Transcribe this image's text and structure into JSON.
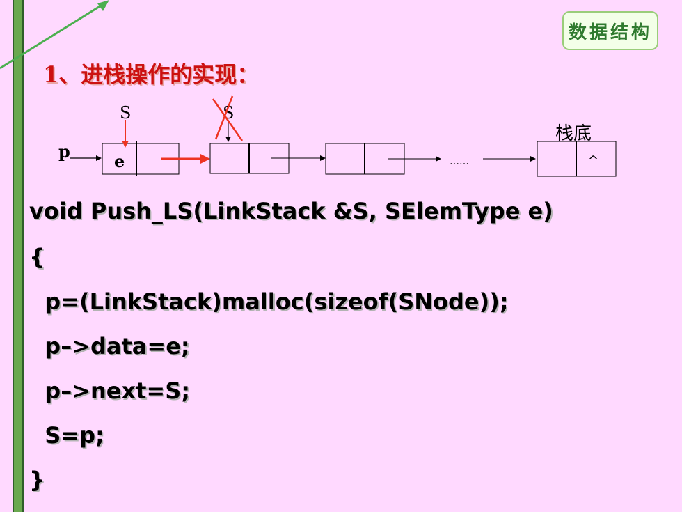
{
  "badge": {
    "text": "数据结构"
  },
  "title": "1、进栈操作的实现：",
  "diagram": {
    "pointer_p": "p",
    "pointer_s_new": "S",
    "pointer_s_old": "S",
    "node_value": "e",
    "ellipsis": "……",
    "bottom_label": "栈底",
    "null_symbol": "^"
  },
  "code": {
    "line1": "void Push_LS(LinkStack &S, SElemType e)",
    "line2": "{",
    "line3": "  p=(LinkStack)malloc(sizeof(SNode));",
    "line4": "  p–>data=e;",
    "line5": "  p–>next=S;",
    "line6": "  S=p;",
    "line7": "}"
  },
  "colors": {
    "background": "#ffd9ff",
    "accent_red": "#ee3322",
    "title_red": "#cc1111",
    "sidebar_green": "#6aa84f"
  }
}
